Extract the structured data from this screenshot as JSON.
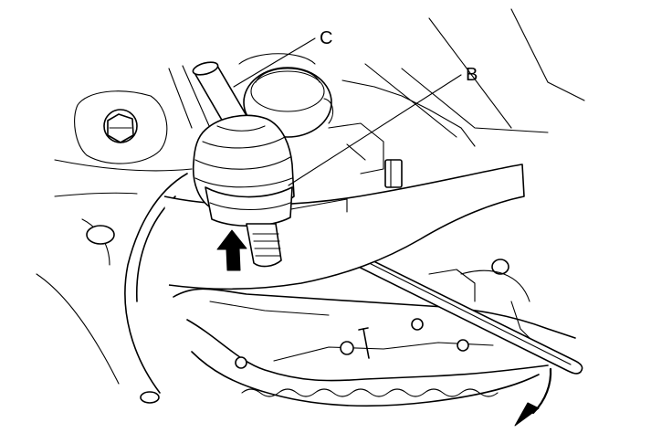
{
  "figure": {
    "callouts": [
      {
        "id": "C",
        "label": "C"
      },
      {
        "id": "B",
        "label": "B"
      }
    ],
    "arrows": {
      "push_direction": "up",
      "pry_direction": "down"
    },
    "colors": {
      "line": "#000000",
      "background": "#ffffff"
    }
  }
}
